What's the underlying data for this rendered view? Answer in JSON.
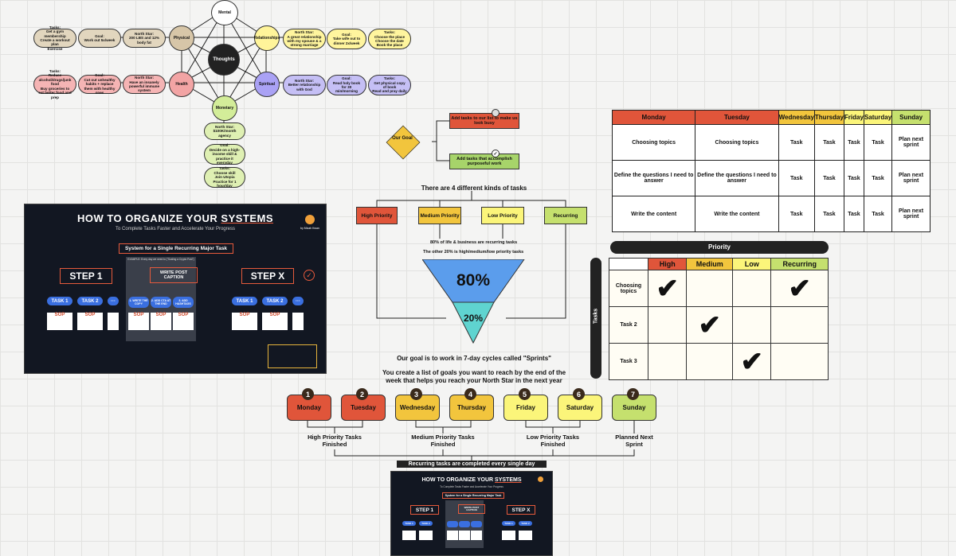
{
  "mindmap": {
    "center": "Thoughts",
    "nodes": [
      "Mental",
      "Relationships",
      "Spiritual",
      "Monetary",
      "Health",
      "Physical"
    ],
    "physical": [
      {
        "label": "Tasks:\nGet a gym membership\nCreate a workout plan\nExercise"
      },
      {
        "label": "Goal:\nWork out 5x/week"
      },
      {
        "label": "North Star:\n200 LBS and 12% body fat"
      }
    ],
    "health": [
      {
        "label": "Tasks:\nReduce alcohol/drugs/junk food\nBuy groceries to eat better food and prep"
      },
      {
        "label": "Goal:\nCut out unhealthy habits + replace them with healthy ones"
      },
      {
        "label": "North Star:\nHave an insanely powerful immune system"
      }
    ],
    "relationships": [
      {
        "label": "North Star:\nA great relationship with my spouse & a strong marriage"
      },
      {
        "label": "Goal:\nTake wife out to dinner 2x/week"
      },
      {
        "label": "Tasks:\nChoose the place\nChoose the date\nBook the place"
      }
    ],
    "spiritual": [
      {
        "label": "North Star:\nBetter relationship with God"
      },
      {
        "label": "Goal:\nRead holy book for 30 min/morning"
      },
      {
        "label": "Tasks:\nGet physical copy of book\nRead and pray daily"
      }
    ],
    "monetary": [
      {
        "label": "North Star:\n$100K/month agency"
      },
      {
        "label": "Goal:\nDecide on a high-income skill & practice it everyday"
      },
      {
        "label": "Tasks:\nChoose skill\nJoin Utopia\nPractice for 1 hour/day"
      }
    ]
  },
  "goal_flow": {
    "diamond": "Our Goal",
    "busy": "Add tasks to our list to make us look busy",
    "purposeful": "Add tasks that accomplish purposeful work"
  },
  "task_kinds": {
    "title": "There are 4 different kinds of tasks",
    "kinds": [
      "High Priority",
      "Medium Priority",
      "Low Priority",
      "Recurring"
    ],
    "line1": "80% of life & business are recurring tasks",
    "line2": "The other 20% is high/medium/low priority tasks",
    "funnel_top": "80%",
    "funnel_bottom": "20%"
  },
  "sprint": {
    "line1": "Our goal is to work in 7-day cycles called \"Sprints\"",
    "line2": "You create a list of goals you want to reach by the end of the week that helps you reach your North Star in the next year",
    "days": [
      {
        "num": "1",
        "name": "Monday",
        "color": "#e0553a"
      },
      {
        "num": "2",
        "name": "Tuesday",
        "color": "#e0553a"
      },
      {
        "num": "3",
        "name": "Wednesday",
        "color": "#f2c53d"
      },
      {
        "num": "4",
        "name": "Thursday",
        "color": "#f2c53d"
      },
      {
        "num": "5",
        "name": "Friday",
        "color": "#fbf57a"
      },
      {
        "num": "6",
        "name": "Saturday",
        "color": "#fbf57a"
      },
      {
        "num": "7",
        "name": "Sunday",
        "color": "#c5e06e"
      }
    ],
    "groups": [
      "High Priority Tasks\nFinished",
      "Medium Priority Tasks\nFinished",
      "Low Priority Tasks\nFinished",
      "Planned Next\nSprint"
    ],
    "recurring": "Recurring tasks are completed every single day"
  },
  "schedule": {
    "headers": [
      "Monday",
      "Tuesday",
      "Wednesday",
      "Thursday",
      "Friday",
      "Saturday",
      "Sunday"
    ],
    "rows": [
      [
        "Choosing topics",
        "Choosing topics",
        "Task",
        "Task",
        "Task",
        "Task",
        "Plan next sprint"
      ],
      [
        "Define the questions I need to answer",
        "Define the questions I need to answer",
        "Task",
        "Task",
        "Task",
        "Task",
        "Plan next sprint"
      ],
      [
        "Write the content",
        "Write the content",
        "Task",
        "Task",
        "Task",
        "Task",
        "Plan next sprint"
      ]
    ]
  },
  "priority_matrix": {
    "title": "Priority",
    "side": "Tasks",
    "columns": [
      "High",
      "Medium",
      "Low",
      "Recurring"
    ],
    "rows": [
      "Choosing topics",
      "Task 2",
      "Task 3"
    ],
    "check": "✔"
  },
  "systems_card": {
    "title_a": "HOW TO ORGANIZE YOUR ",
    "title_b": "SYSTEMS",
    "subtitle": "To Complete Tasks Faster and Accelerate Your Progress",
    "system_label": "System for a Single Recurring Major Task",
    "example": "EXAMPLE: Every day we need to (\"Scaling a Crypto Post\")",
    "step1": "STEP 1",
    "write": "WRITE POST CAPTION",
    "stepx": "STEP X",
    "task1": "TASK 1",
    "task2": "TASK 2",
    "dots": "···",
    "subtasks": [
      "1. WRITE THE COPY",
      "2. ADD CTA AT THE END",
      "3. ADD HASHTAGS"
    ],
    "sop": "SOP",
    "by": "by Micah Kwan"
  }
}
